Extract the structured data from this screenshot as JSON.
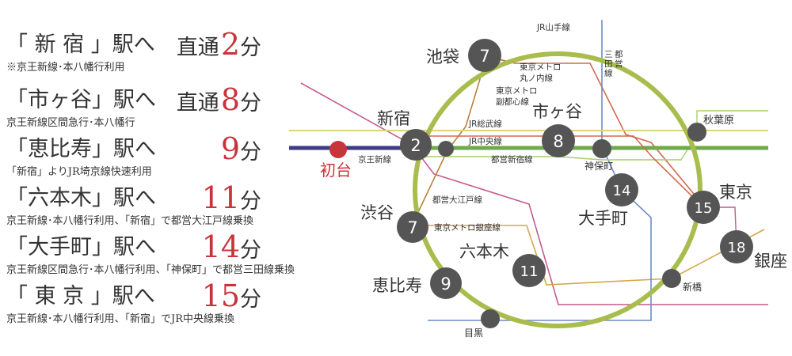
{
  "colors": {
    "accent_red": "#c8343c",
    "yamanote": "#a8bd4e",
    "station_dot": "#555555",
    "chuo": "#6fab4a",
    "keio": "#3f3a82",
    "sobu": "#dcd27a",
    "marunouchi": "#d16a4f",
    "fukutoshin": "#b8813a",
    "shinjuku_line": "#a7cf6a",
    "mita": "#6d8bc8",
    "oedo": "#c65a8c",
    "ginza": "#d6a74b"
  },
  "destinations": [
    {
      "label": "「 新 宿 」駅へ",
      "via": "直通",
      "minutes": "2",
      "unit": "分",
      "note": "※京王新線･本八幡行利用"
    },
    {
      "label": "「市ヶ谷」駅へ",
      "via": "直通",
      "minutes": "8",
      "unit": "分",
      "note": "京王新線区間急行･本八幡行"
    },
    {
      "label": "「恵比寿」駅へ",
      "via": "",
      "minutes": "9",
      "unit": "分",
      "note": "「新宿」よりJR埼京線快速利用"
    },
    {
      "label": "「六本木」駅へ",
      "via": "",
      "minutes": "11",
      "unit": "分",
      "note": "京王新線･本八幡行利用、「新宿」で都営大江戸線乗換"
    },
    {
      "label": "「大手町」駅へ",
      "via": "",
      "minutes": "14",
      "unit": "分",
      "note": "京王新線区間急行･本八幡行利用、「神保町」で都営三田線乗換"
    },
    {
      "label": "「 東 京 」駅へ",
      "via": "",
      "minutes": "15",
      "unit": "分",
      "note": "京王新線･本八幡行利用、「新宿」でJR中央線乗換"
    }
  ],
  "map": {
    "origin": "初台",
    "lines": {
      "yamanote": "JR山手線",
      "marunouchi": "東京メトロ\n丸ノ内線",
      "fukutoshin": "東京メトロ\n副都心線",
      "mita": "都営\n三田線",
      "sobu": "JR総武線",
      "chuo": "JR中央線",
      "shinjuku_line": "都営新宿線",
      "keio": "京王新線",
      "oedo": "都営大江戸線",
      "ginza": "東京メトロ銀座線"
    },
    "stations": {
      "ikebukuro": {
        "name": "池袋",
        "minutes": "7"
      },
      "shinjuku": {
        "name": "新宿",
        "minutes": "2"
      },
      "ichigaya": {
        "name": "市ヶ谷",
        "minutes": "8"
      },
      "shibuya": {
        "name": "渋谷",
        "minutes": "7"
      },
      "ebisu": {
        "name": "恵比寿",
        "minutes": "9"
      },
      "roppongi": {
        "name": "六本木",
        "minutes": "11"
      },
      "otemachi": {
        "name": "大手町",
        "minutes": "14"
      },
      "tokyo": {
        "name": "東京",
        "minutes": "15"
      },
      "ginza": {
        "name": "銀座",
        "minutes": "18"
      },
      "jimbocho": {
        "name": "神保町"
      },
      "akihabara": {
        "name": "秋葉原"
      },
      "shimbashi": {
        "name": "新橋"
      },
      "meguro": {
        "name": "目黒"
      }
    }
  }
}
